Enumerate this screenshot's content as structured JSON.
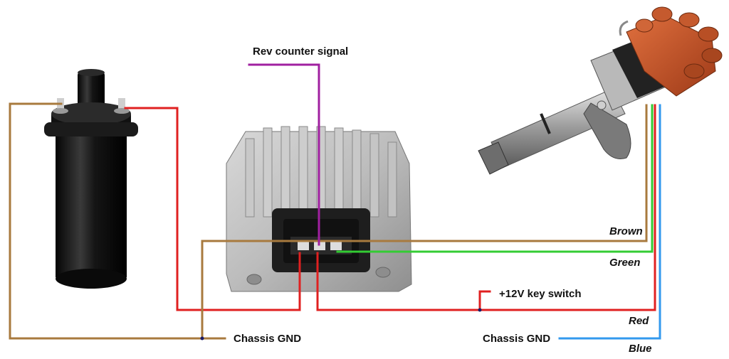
{
  "labels": {
    "rev_counter": "Rev counter signal",
    "brown": "Brown",
    "green": "Green",
    "key_switch": "+12V key switch",
    "red": "Red",
    "chassis_gnd_left": "Chassis GND",
    "chassis_gnd_right": "Chassis GND",
    "blue": "Blue"
  },
  "colors": {
    "brown_wire": "#a87a3e",
    "red_wire": "#e02020",
    "green_wire": "#33cc33",
    "blue_wire": "#3399ee",
    "purple_wire": "#a020a0",
    "dark_node": "#1a1a66"
  },
  "components": {
    "coil": "ignition-coil",
    "module": "ignition-module",
    "distributor": "distributor"
  }
}
